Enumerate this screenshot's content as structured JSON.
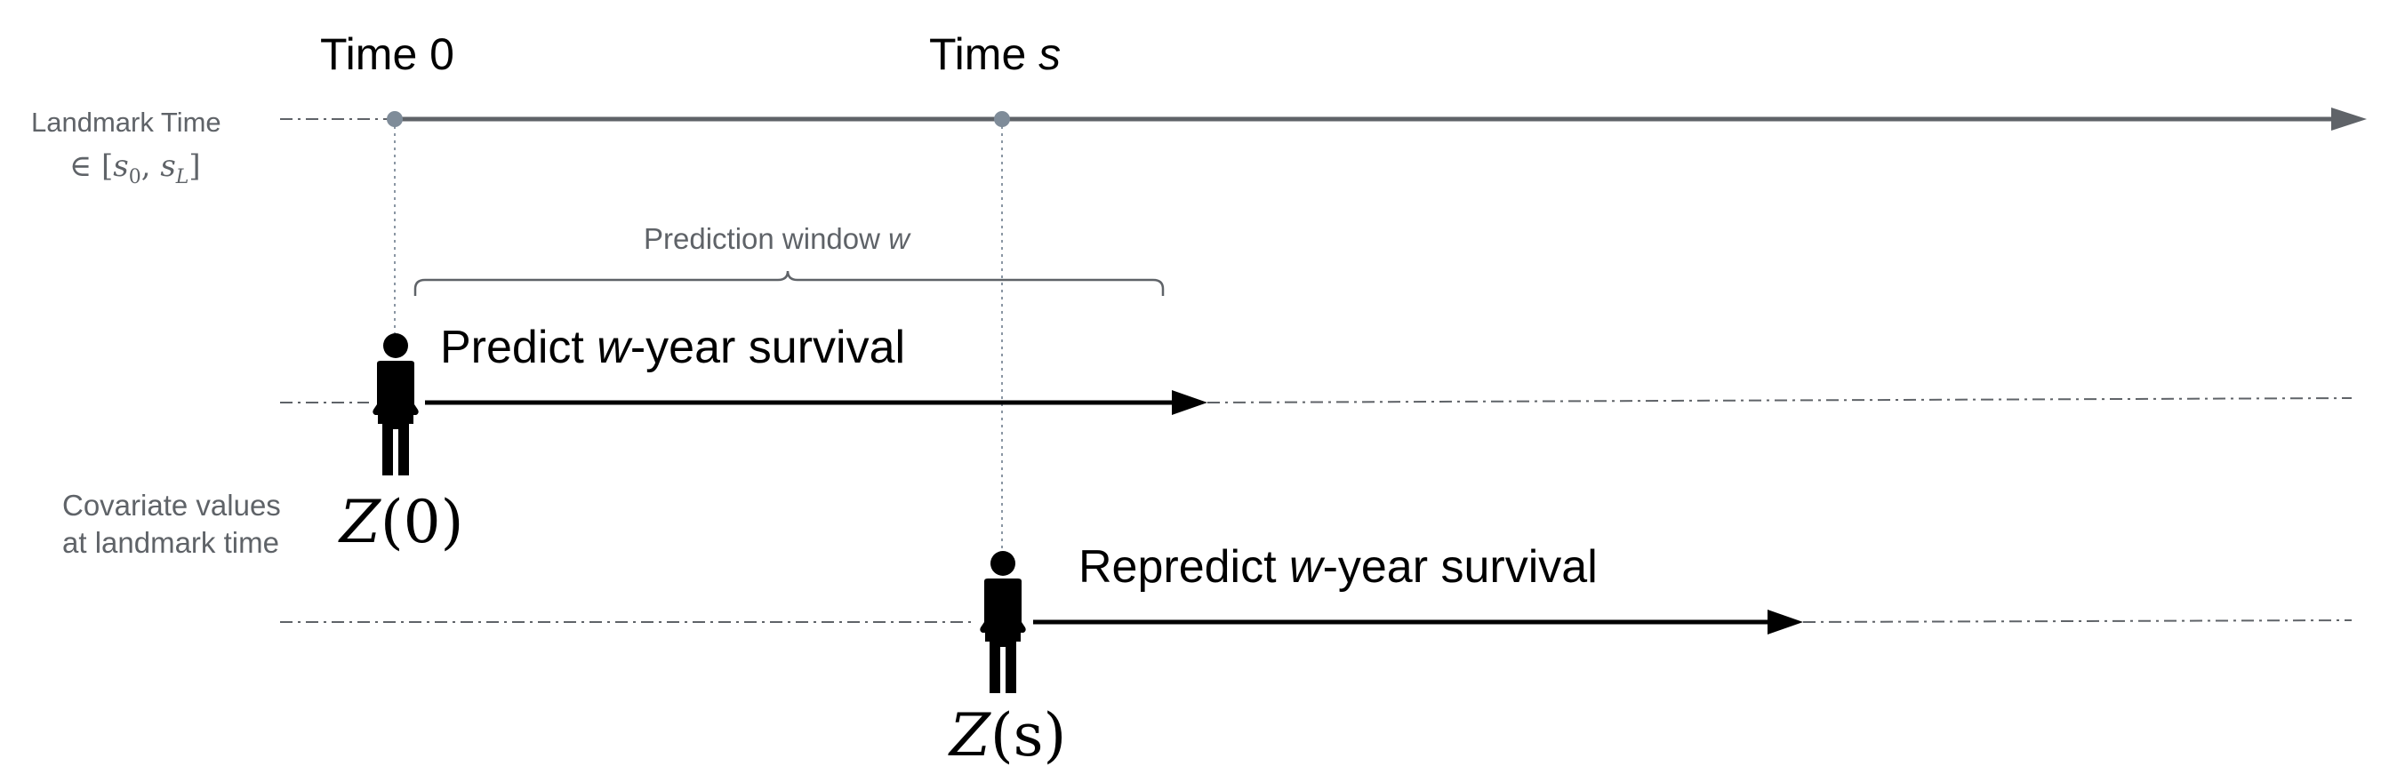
{
  "time_labels": {
    "time0": {
      "prefix": "Time ",
      "value": "0"
    },
    "times": {
      "prefix": "Time ",
      "value": "s"
    }
  },
  "landmark": {
    "line1": "Landmark Time",
    "range_symbol": "∈ [",
    "s0": "s",
    "s0_sub": "0",
    "comma": ", ",
    "sL": "s",
    "sL_sub": "L",
    "close": "]"
  },
  "prediction_window": {
    "prefix": "Prediction window ",
    "var": "w"
  },
  "predict": {
    "before": "Predict ",
    "var": "w",
    "after": "-year survival"
  },
  "repredict": {
    "before": "Repredict ",
    "var": "w",
    "after": "-year survival"
  },
  "covariate": {
    "line1": "Covariate values",
    "line2": "at landmark time"
  },
  "z0": {
    "fn": "Z",
    "arg": "(0)"
  },
  "zs": {
    "fn": "Z",
    "arg": "(s)"
  },
  "colors": {
    "timeline": "#5f6368",
    "dot": "#7f8c99",
    "arrow": "#000000",
    "text_grey": "#5f6368"
  },
  "icons": [
    "person-icon",
    "person-icon"
  ]
}
